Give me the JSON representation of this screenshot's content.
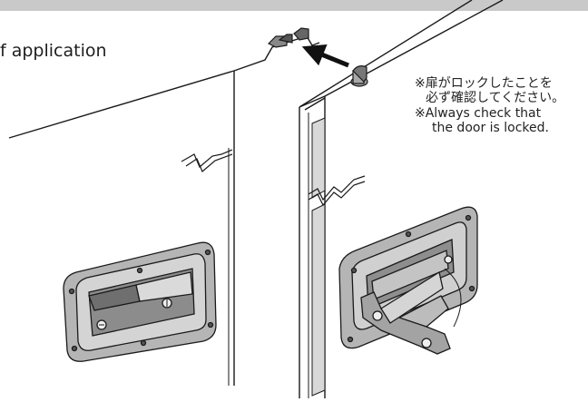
{
  "caption_application": "f application",
  "notes": {
    "jp_line1": "※扉がロックしたことを",
    "jp_line2": "必ず確認してください。",
    "en_line1": "※Always check that",
    "en_line2": "the door is locked."
  }
}
